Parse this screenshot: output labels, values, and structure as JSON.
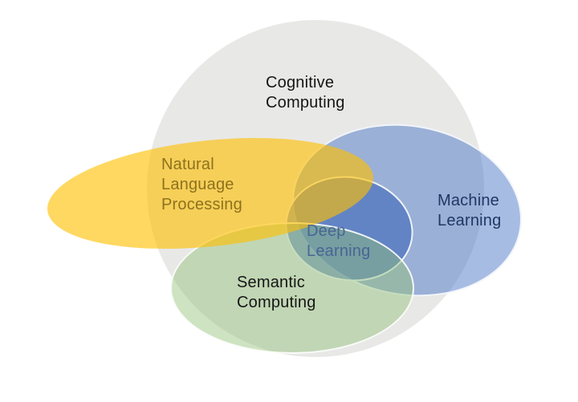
{
  "diagram": {
    "type": "venn-diagram",
    "background_color": "#ffffff",
    "edge_color": "#ffffff",
    "sets": [
      {
        "id": "cognitive-computing",
        "label_lines": [
          "Cognitive",
          "Computing"
        ],
        "fill": "#e8e8e7",
        "label_color": "#161616"
      },
      {
        "id": "machine-learning",
        "label_lines": [
          "Machine",
          "Learning"
        ],
        "fill": "rgba(68,114,196,0.48)",
        "label_color": "#1f3864"
      },
      {
        "id": "deep-learning",
        "label_lines": [
          "Deep",
          "Learning"
        ],
        "fill": "rgba(52,96,184,0.55)",
        "label_color": "#415e94"
      },
      {
        "id": "semantic-computing",
        "label_lines": [
          "Semantic",
          "Computing"
        ],
        "fill": "rgba(146,193,118,0.45)",
        "label_color": "#161616"
      },
      {
        "id": "natural-language-processing",
        "label_lines": [
          "Natural",
          "Language",
          "Processing"
        ],
        "fill": "rgba(255,192,0,0.62)",
        "label_color": "#8e721d"
      }
    ]
  }
}
